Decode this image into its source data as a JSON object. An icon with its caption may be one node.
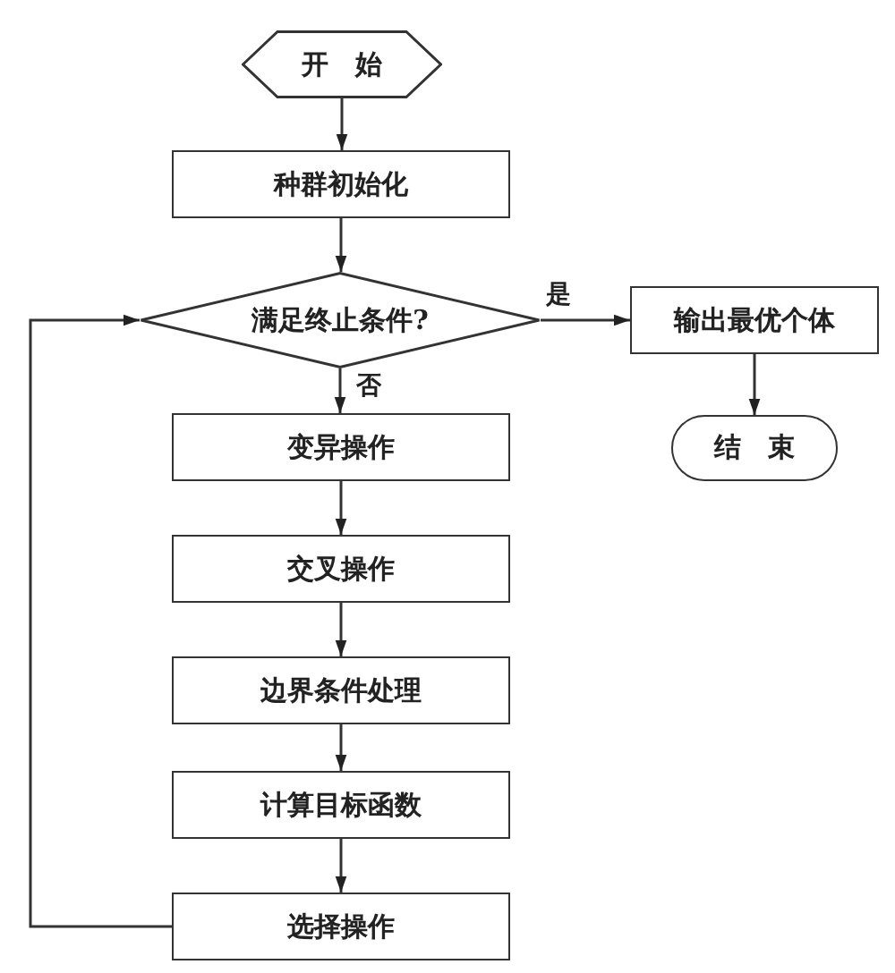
{
  "diagram": {
    "nodes": [
      {
        "text": [
          "开始"
        ]
      },
      {
        "text": [
          "种群初始化"
        ]
      },
      {
        "text": [
          "满足终止条件?"
        ]
      },
      {
        "text": [
          "输出最优个体"
        ]
      },
      {
        "text": [
          "结束"
        ]
      },
      {
        "text": [
          "变异操作"
        ]
      },
      {
        "text": [
          "交叉操作"
        ]
      },
      {
        "text": [
          "边界条件处理"
        ]
      },
      {
        "text": [
          "计算目标函数"
        ]
      },
      {
        "text": [
          "选择操作"
        ]
      }
    ],
    "edges": [
      {
        "from": 0,
        "to": 1,
        "arrow": "to"
      },
      {
        "from": 1,
        "to": 2,
        "arrow": "to"
      },
      {
        "from": 2,
        "to": 3,
        "arrow": "to",
        "label": "是"
      },
      {
        "from": 3,
        "to": 4,
        "arrow": "to"
      },
      {
        "from": 2,
        "to": 5,
        "arrow": "to",
        "label": "否"
      },
      {
        "from": 5,
        "to": 6,
        "arrow": "to"
      },
      {
        "from": 6,
        "to": 7,
        "arrow": "to"
      },
      {
        "from": 7,
        "to": 8,
        "arrow": "to"
      },
      {
        "from": 8,
        "to": 9,
        "arrow": "to"
      },
      {
        "from": 9,
        "to": 2,
        "arrow": "to"
      }
    ]
  }
}
